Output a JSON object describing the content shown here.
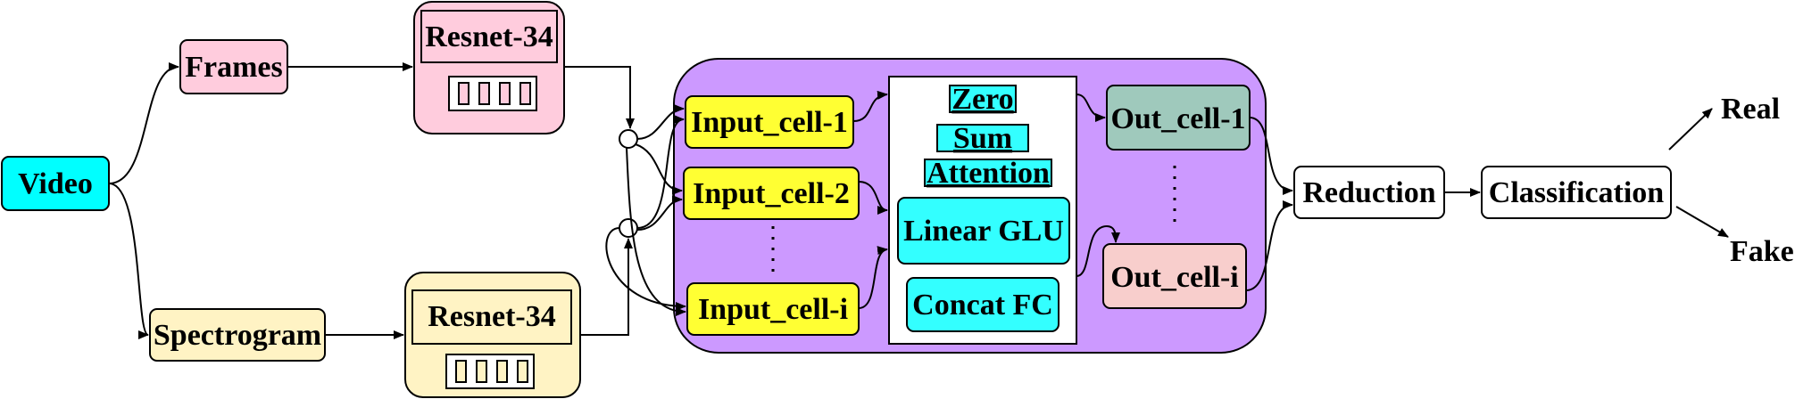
{
  "nodes": {
    "video": "Video",
    "frames": "Frames",
    "spectrogram": "Spectrogram",
    "resnet_top": "Resnet-34",
    "resnet_bottom": "Resnet-34",
    "input_cell_1": "Input_cell-1",
    "input_cell_2": "Input_cell-2",
    "input_cell_i": "Input_cell-i",
    "zero": "Zero",
    "sum": "Sum",
    "attention": "Attention",
    "linear_glu": "Linear GLU",
    "concat_fc": "Concat FC",
    "out_cell_1": "Out_cell-1",
    "out_cell_i": "Out_cell-i",
    "reduction": "Reduction",
    "classification": "Classification"
  },
  "outputs": {
    "real": "Real",
    "fake": "Fake"
  },
  "colors": {
    "video": "#00ffff",
    "frames": "#ffccdd",
    "spectrogram": "#fff3c4",
    "purple_panel": "#cc99ff",
    "input_cell": "#ffff33",
    "cyan_block": "#33ffff",
    "out_cell_1": "#9fc9bc",
    "out_cell_i": "#f8cecc"
  }
}
